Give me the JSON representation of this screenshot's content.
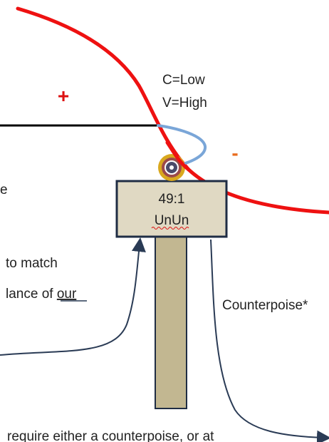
{
  "labels": {
    "plus": "+",
    "minus": "-",
    "c_low": "C=Low",
    "v_high": "V=High",
    "cut_e": "e",
    "ratio": "49:1",
    "unun": "UnUn",
    "match_line1": "to match",
    "match_line2_prefix": "lance of ",
    "match_line2_our": "our",
    "counterpoise": "Counterpoise*",
    "bottom_text": "require either a counterpoise, or at"
  },
  "colors": {
    "voltage_curve": "#ee1111",
    "plus_sign": "#dd1111",
    "minus_sign": "#e86c1e",
    "feed_wire": "#7aa6d8",
    "transformer_fill": "#e0d9c3",
    "transformer_border": "#1f2d44",
    "mast_fill": "#c2b791",
    "arrow": "#2a3b55",
    "antenna_wire": "#000000",
    "connector_outer": "#d9a81e",
    "connector_inner": "#4a4a6a"
  }
}
